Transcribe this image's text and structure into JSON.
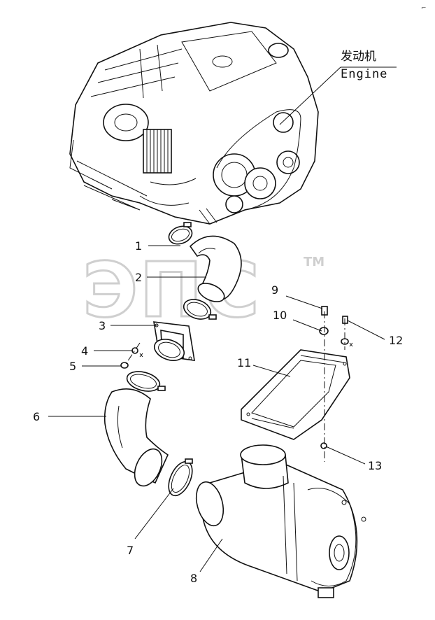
{
  "engine_label": {
    "chinese": "发动机",
    "english": "Engine"
  },
  "watermark": {
    "text": "ЭПС",
    "tm": "TM"
  },
  "callouts": [
    "1",
    "2",
    "3",
    "4",
    "5",
    "6",
    "7",
    "8",
    "9",
    "10",
    "11",
    "12",
    "13"
  ]
}
